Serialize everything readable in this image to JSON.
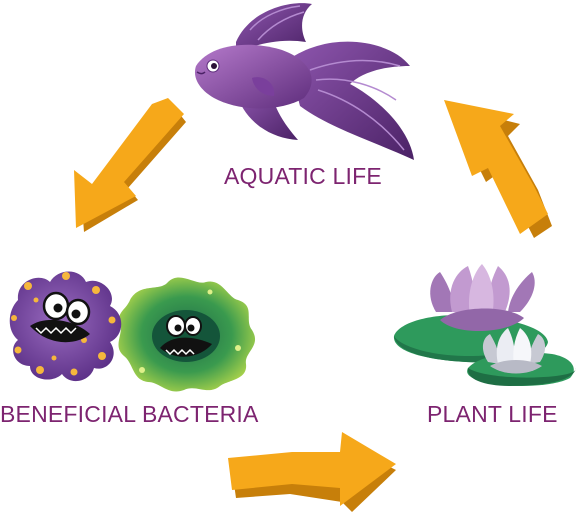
{
  "diagram": {
    "nodes": [
      {
        "id": "aquatic",
        "label": "AQUATIC LIFE",
        "icon": "betta-fish-icon"
      },
      {
        "id": "bacteria",
        "label": "BENEFICIAL BACTERIA",
        "icon": "bacteria-icon"
      },
      {
        "id": "plant",
        "label": "PLANT LIFE",
        "icon": "water-lily-icon"
      }
    ],
    "edges": [
      {
        "from": "aquatic",
        "to": "bacteria"
      },
      {
        "from": "bacteria",
        "to": "plant"
      },
      {
        "from": "plant",
        "to": "aquatic"
      }
    ]
  },
  "colors": {
    "label": "#7d2470",
    "arrow": "#f6a81a",
    "arrow_shadow": "#c77f0a",
    "fish": "#8a4fa3",
    "bacteria_purple": "#7b4aa0",
    "bacteria_spots": "#f6b73c",
    "bacteria_green": "#9bc431",
    "lily_pad": "#2e9a5c",
    "lily_flower": "#b88bc4"
  }
}
